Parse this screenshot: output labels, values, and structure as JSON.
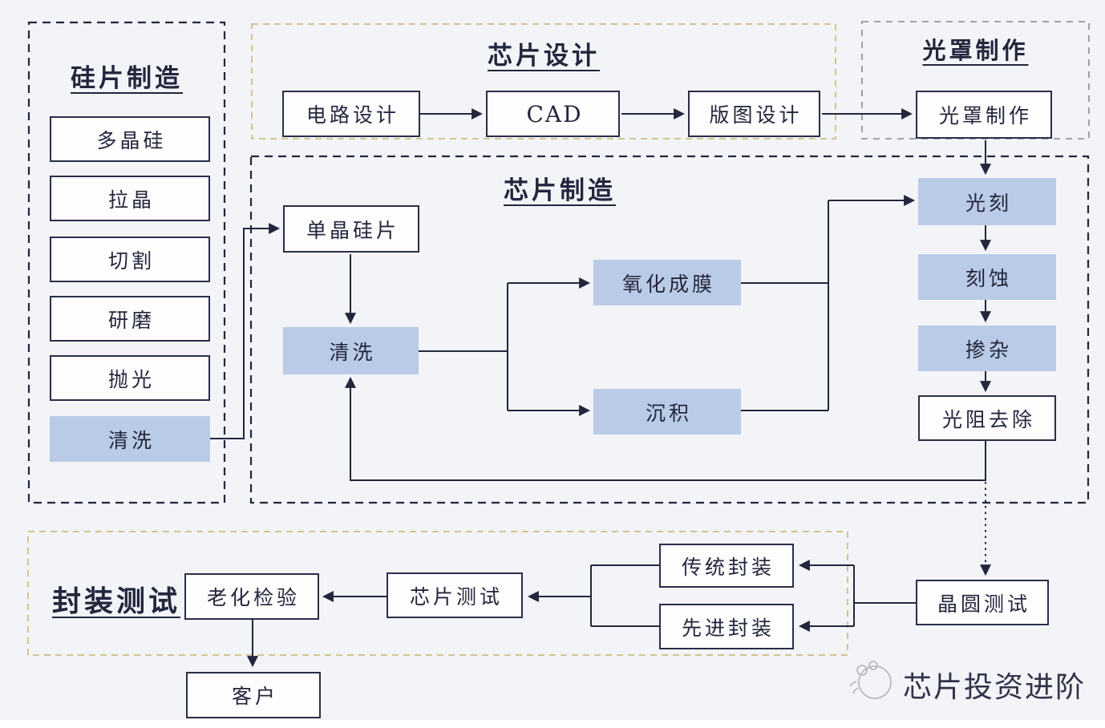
{
  "silicon": {
    "title": "硅片制造",
    "items": [
      "多晶硅",
      "拉晶",
      "切割",
      "研磨",
      "抛光",
      "清洗"
    ]
  },
  "design": {
    "title": "芯片设计",
    "steps": [
      "电路设计",
      "CAD",
      "版图设计"
    ]
  },
  "mask": {
    "title": "光罩制作",
    "step": "光罩制作"
  },
  "fab": {
    "title": "芯片制造",
    "wafer": "单晶硅片",
    "clean": "清洗",
    "oxidation": "氧化成膜",
    "deposition": "沉积",
    "lithography": "光刻",
    "etching": "刻蚀",
    "doping": "掺杂",
    "resist_strip": "光阻去除"
  },
  "test": {
    "title": "封装测试",
    "aging": "老化检验",
    "chip_test": "芯片测试",
    "traditional_pkg": "传统封装",
    "advanced_pkg": "先进封装"
  },
  "external": {
    "customer": "客户",
    "wafer_test": "晶圆测试"
  },
  "watermark": {
    "label": "芯片投资进阶",
    "icon": "panda-logo-icon"
  },
  "colors": {
    "highlight_fill": "#b9cbe6",
    "line": "#23263c",
    "navy_dash": "#23263c",
    "yellow_dash": "#d2c48c",
    "gray_dash": "#92989f",
    "background": "#f2f4f8"
  }
}
